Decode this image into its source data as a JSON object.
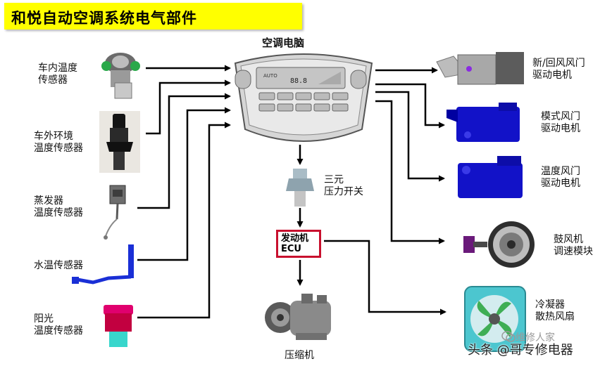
{
  "title": "和悦自动空调系统电气部件",
  "ac_computer": "空调电脑",
  "ecu": [
    "发动机",
    "ECU"
  ],
  "inputs": {
    "in_car_sensor": [
      "车内温度",
      "传感器"
    ],
    "outside_sensor": [
      "车外环境",
      "温度传感器"
    ],
    "evaporator_sensor": [
      "蒸发器",
      "温度传感器"
    ],
    "coolant_sensor": [
      "水温传感器"
    ],
    "sun_sensor": [
      "阳光",
      "温度传感器"
    ]
  },
  "middle": {
    "pressure_switch": [
      "三元",
      "压力开关"
    ],
    "compressor": [
      "压缩机"
    ]
  },
  "outputs": {
    "fresh_recirc_motor": [
      "新/回风风门",
      "驱动电机"
    ],
    "mode_motor": [
      "模式风门",
      "驱动电机"
    ],
    "temp_motor": [
      "温度风门",
      "驱动电机"
    ],
    "blower_module": [
      "鼓风机",
      "调速模块"
    ],
    "condenser_fan": [
      "冷凝器",
      "散热风扇"
    ]
  },
  "panel": {
    "auto_label": "AUTO",
    "display_digits": "88.8"
  },
  "watermark": {
    "account": "维修人家",
    "source": "头条 @哥专修电器"
  },
  "colors": {
    "title_bg": "#ffff00",
    "ecu_border": "#c8102e",
    "actuator_blue": "#1212c8",
    "sensor_green": "#2aa84a",
    "sun_sensor_magenta": "#e0006e",
    "coolant_blue": "#1a2fd6"
  }
}
